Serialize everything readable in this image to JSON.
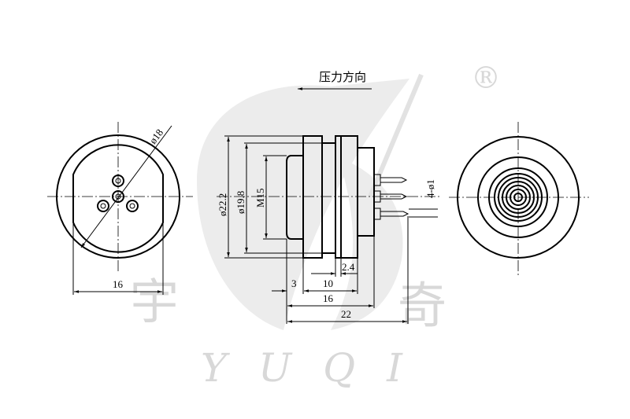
{
  "watermark": {
    "registered_mark": "®",
    "char_left": "宇",
    "char_right": "奇",
    "latin": "YUQI"
  },
  "pressure_direction_label": "压力方向",
  "left_view": {
    "diameter_label": "ø18",
    "width_label": "16"
  },
  "side_view": {
    "outer_diameter_label": "ø22.2",
    "inner_diameter_label": "ø19.8",
    "thread_label": "M15",
    "pin_label": "4-ø1",
    "dim_2_4": "2.4",
    "dim_3": "3",
    "dim_10": "10",
    "dim_16": "16",
    "dim_22": "22"
  }
}
